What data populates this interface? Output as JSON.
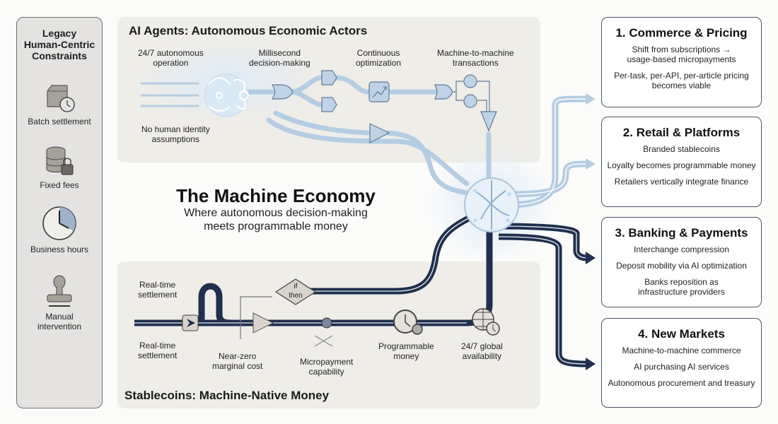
{
  "title": "The Machine Economy",
  "subtitle": "Where autonomous decision-making meets programmable money",
  "subtitle_lines": [
    "Where autonomous decision-making",
    "meets programmable money"
  ],
  "colors": {
    "light_flow": "#aac4de",
    "dark_flow": "#1f2f4d",
    "panel_bg": "#efede8",
    "legacy_bg": "#e4e3e1",
    "card_border": "#4a5566"
  },
  "legacy": {
    "title_lines": [
      "Legacy",
      "Human-Centric",
      "Constraints"
    ],
    "items": [
      {
        "label_lines": [
          "Batch settlement"
        ],
        "icon": "box-clock-icon"
      },
      {
        "label_lines": [
          "Fixed fees"
        ],
        "icon": "database-lock-icon"
      },
      {
        "label_lines": [
          "Business hours"
        ],
        "icon": "clock-icon"
      },
      {
        "label_lines": [
          "Manual",
          "intervention"
        ],
        "icon": "stamp-icon"
      }
    ]
  },
  "agents": {
    "title": "AI Agents: Autonomous Economic Actors",
    "labels": [
      {
        "lines": [
          "24/7 autonomous",
          "operation"
        ]
      },
      {
        "lines": [
          "Millisecond",
          "decision-making"
        ]
      },
      {
        "lines": [
          "Continuous",
          "optimization"
        ]
      },
      {
        "lines": [
          "Machine-to-machine",
          "transactions"
        ]
      },
      {
        "lines": [
          "No human identity",
          "assumptions"
        ]
      }
    ]
  },
  "stablecoins": {
    "title": "Stablecoins: Machine-Native Money",
    "labels": [
      {
        "lines": [
          "Real-time",
          "settlement"
        ]
      },
      {
        "lines": [
          "Real-time",
          "settlement"
        ]
      },
      {
        "lines": [
          "Near-zero",
          "marginal cost"
        ]
      },
      {
        "lines": [
          "Micropayment",
          "capability"
        ]
      },
      {
        "lines": [
          "Programmable",
          "money"
        ]
      },
      {
        "lines": [
          "24/7 global",
          "availability"
        ]
      }
    ],
    "decision": {
      "line1": "if",
      "line2": "then"
    }
  },
  "outcomes": [
    {
      "title": "1. Commerce & Pricing",
      "lines": [
        "Shift from subscriptions →\nusage-based micropayments",
        "Per-task, per-API, per-article pricing\nbecomes viable"
      ]
    },
    {
      "title": "2. Retail & Platforms",
      "lines": [
        "Branded stablecoins",
        "Loyalty becomes programmable money",
        "Retailers vertically integrate finance"
      ]
    },
    {
      "title": "3. Banking & Payments",
      "lines": [
        "Interchange compression",
        "Deposit mobility via AI optimization",
        "Banks reposition as\ninfrastructure providers"
      ]
    },
    {
      "title": "4. New Markets",
      "lines": [
        "Machine-to-machine commerce",
        "AI purchasing AI services",
        "Autonomous procurement and treasury"
      ]
    }
  ]
}
